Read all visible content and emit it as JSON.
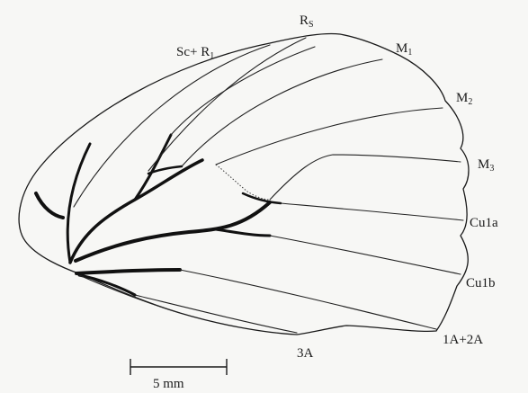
{
  "labels": {
    "sc_r1": "Sc+ R",
    "sc_r1_sub": "1",
    "rs": "R",
    "rs_sub": "S",
    "m1": "M",
    "m1_sub": "1",
    "m2": "M",
    "m2_sub": "2",
    "m3": "M",
    "m3_sub": "3",
    "cu1a": "Cu1a",
    "cu1b": "Cu1b",
    "a12": "1A+2A",
    "a3": "3A"
  },
  "scale_bar": {
    "label": "5 mm"
  }
}
